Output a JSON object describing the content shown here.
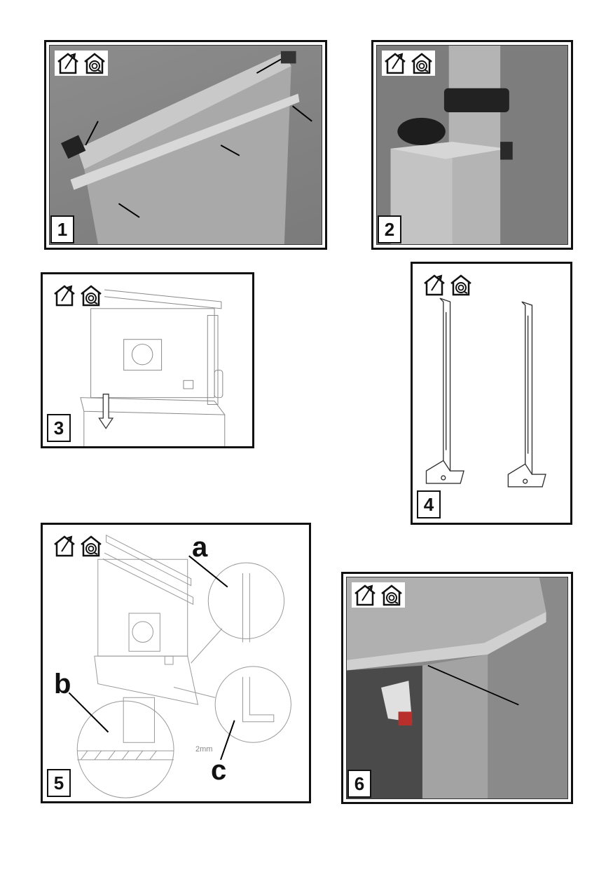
{
  "panels": [
    {
      "number": "1",
      "type": "photo",
      "icons": [
        "house-exhaust-icon",
        "house-recirculation-icon"
      ]
    },
    {
      "number": "2",
      "type": "photo",
      "icons": [
        "house-exhaust-icon",
        "house-recirculation-icon"
      ]
    },
    {
      "number": "3",
      "type": "drawing",
      "icons": [
        "house-exhaust-icon",
        "house-recirculation-icon"
      ]
    },
    {
      "number": "4",
      "type": "drawing",
      "icons": [
        "house-exhaust-icon",
        "house-recirculation-icon"
      ]
    },
    {
      "number": "5",
      "type": "drawing",
      "icons": [
        "house-exhaust-icon",
        "house-recirculation-icon"
      ],
      "callouts": {
        "a": "a",
        "b": "b",
        "c": "c",
        "dimension": "2mm"
      }
    },
    {
      "number": "6",
      "type": "photo",
      "icons": [
        "house-exhaust-icon",
        "house-recirculation-icon"
      ]
    }
  ]
}
